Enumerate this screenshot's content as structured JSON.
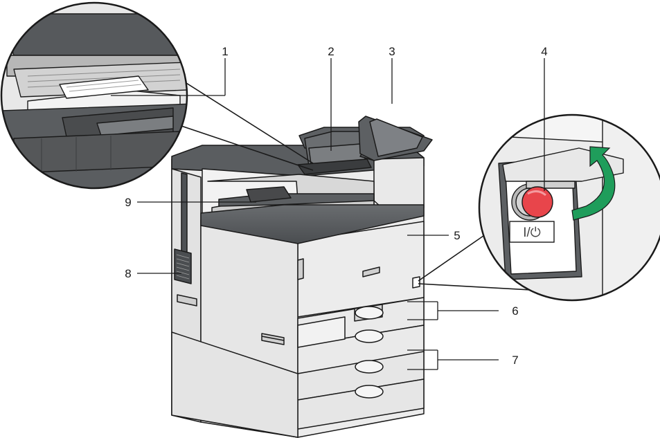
{
  "callouts": [
    {
      "id": "1",
      "label": "1"
    },
    {
      "id": "2",
      "label": "2"
    },
    {
      "id": "3",
      "label": "3"
    },
    {
      "id": "4",
      "label": "4"
    },
    {
      "id": "5",
      "label": "5"
    },
    {
      "id": "6",
      "label": "6"
    },
    {
      "id": "7",
      "label": "7"
    },
    {
      "id": "8",
      "label": "8"
    },
    {
      "id": "9",
      "label": "9"
    }
  ],
  "power_switch": {
    "label": "I/⏻"
  },
  "colors": {
    "body": "#ececec",
    "dark_panel": "#5a5d60",
    "outline": "#1a1a1a",
    "power_button": "#e8454b",
    "arrow": "#1f9d5b"
  }
}
